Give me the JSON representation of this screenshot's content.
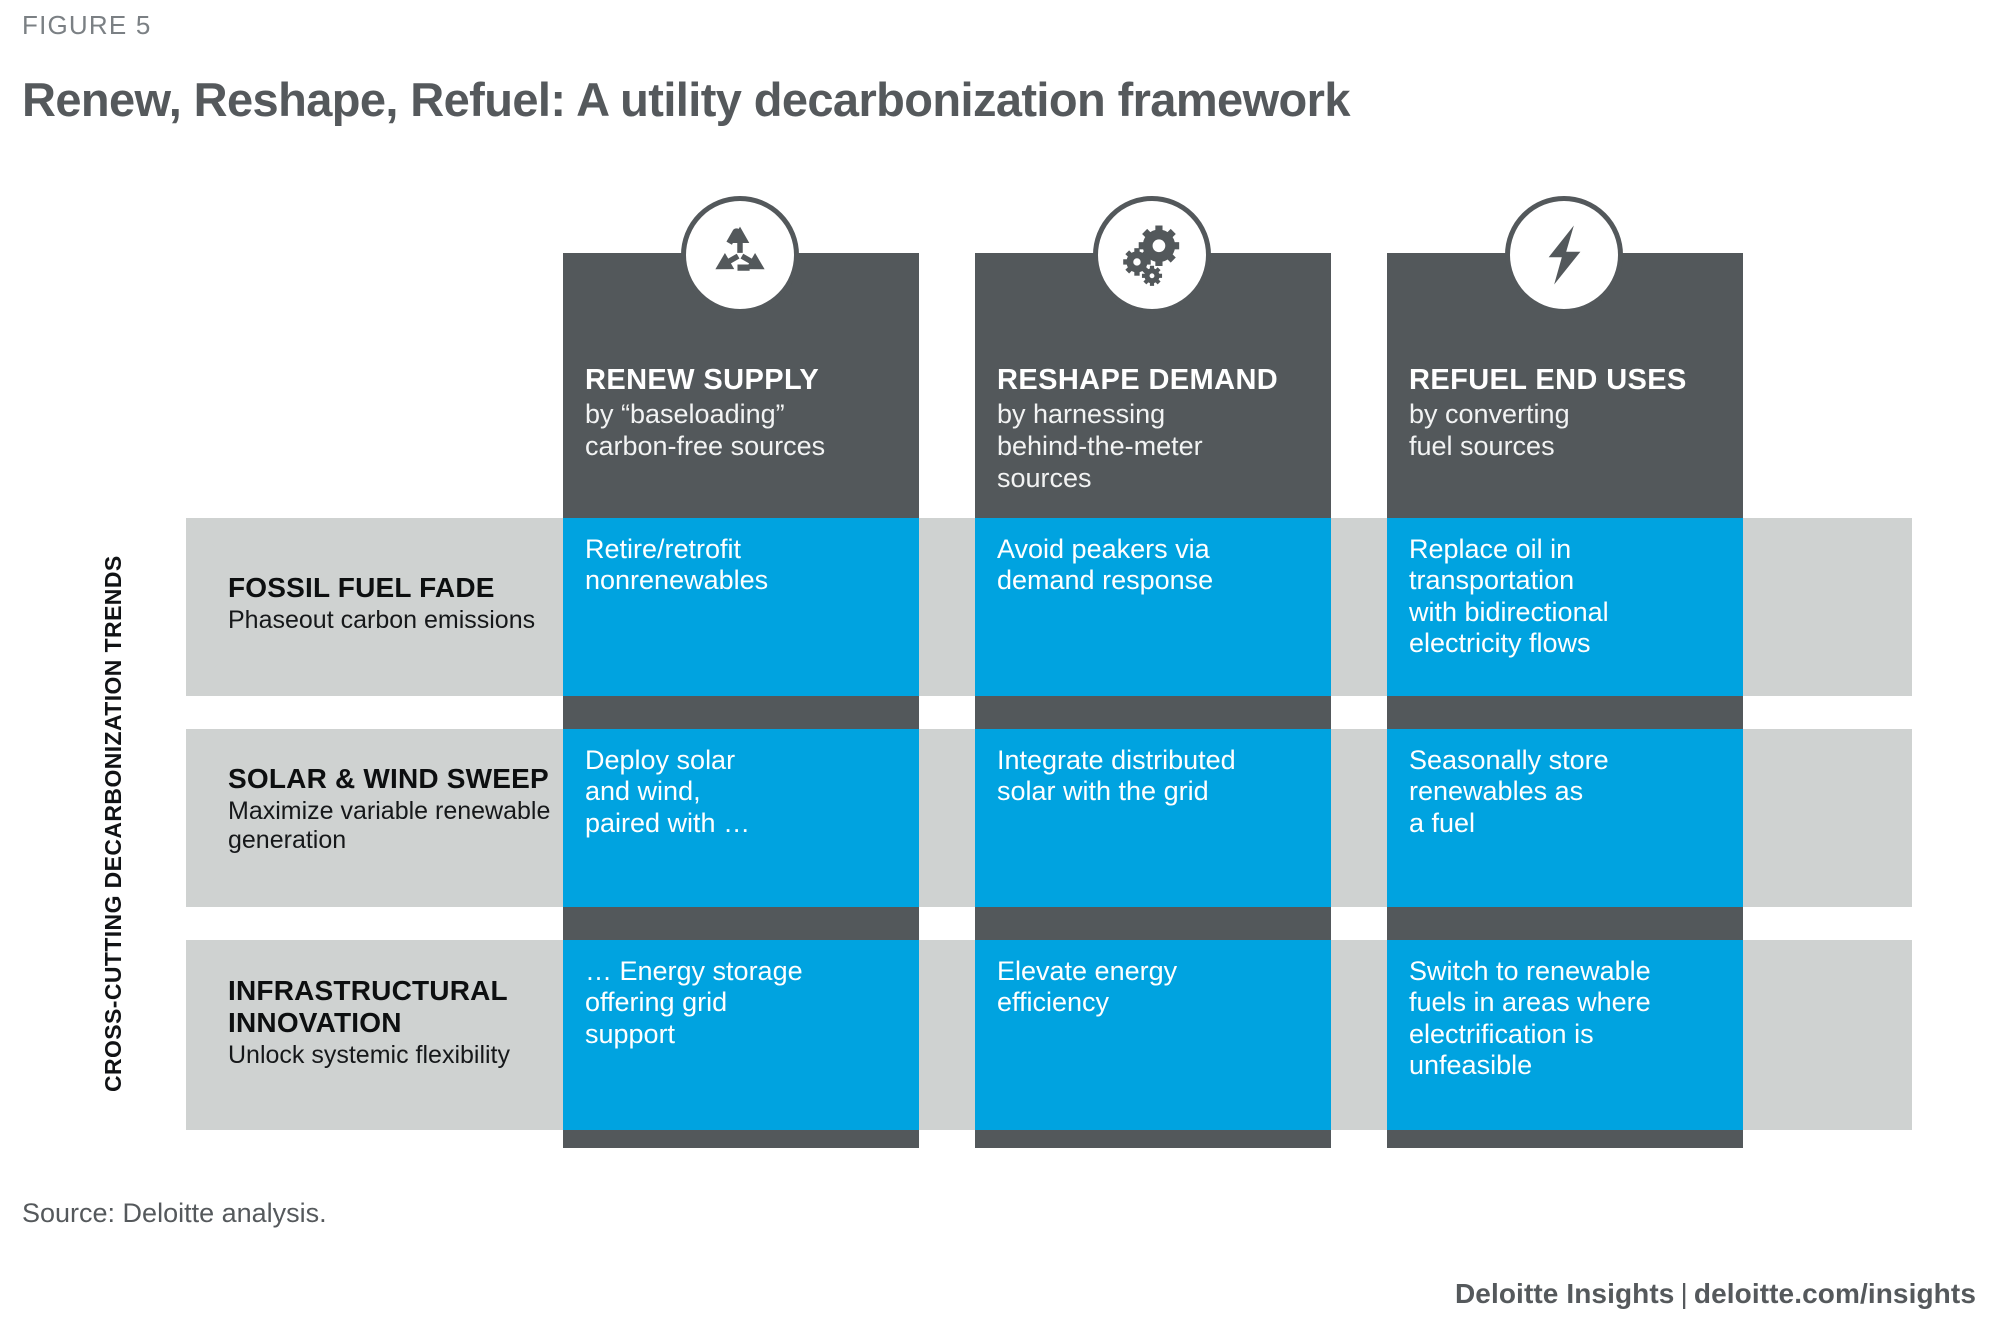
{
  "figure": {
    "label": "FIGURE 5",
    "title": "Renew, Reshape, Refuel: A utility decarbonization framework"
  },
  "axis": {
    "vertical_label": "CROSS-CUTTING DECARBONIZATION TRENDS"
  },
  "columns": [
    {
      "icon": "recycle-icon",
      "title": "RENEW SUPPLY",
      "subtitle": "by “baseloading”\ncarbon-free sources"
    },
    {
      "icon": "gears-icon",
      "title": "RESHAPE DEMAND",
      "subtitle": "by harnessing\nbehind-the-meter\nsources"
    },
    {
      "icon": "lightning-bolt-icon",
      "title": "REFUEL END USES",
      "subtitle": "by converting\nfuel sources"
    }
  ],
  "rows": [
    {
      "title": "FOSSIL FUEL FADE",
      "subtitle": "Phaseout carbon emissions",
      "cells": [
        "Retire/retrofit\nnonrenewables",
        "Avoid peakers via\ndemand response",
        "Replace oil in\ntransportation\nwith bidirectional\nelectricity flows"
      ]
    },
    {
      "title": "SOLAR & WIND SWEEP",
      "subtitle": "Maximize variable renewable\ngeneration",
      "cells": [
        "Deploy solar\nand wind,\npaired with …",
        "Integrate distributed\nsolar with the grid",
        "Seasonally store\nrenewables as\na fuel"
      ]
    },
    {
      "title": "INFRASTRUCTURAL\nINNOVATION",
      "subtitle": "Unlock systemic flexibility",
      "cells": [
        "… Energy storage\noffering grid\nsupport",
        "Elevate energy\nefficiency",
        "Switch to renewable\nfuels in areas where\nelectrification is\nunfeasible"
      ]
    }
  ],
  "footer": {
    "source": "Source: Deloitte analysis.",
    "brand": "Deloitte Insights",
    "brand_separator": "|",
    "brand_url": "deloitte.com/insights"
  },
  "colors": {
    "accent_blue": "#00a3e0",
    "dark_gray": "#53585b",
    "light_gray": "#cfd2d1",
    "title_gray": "#55595c"
  }
}
